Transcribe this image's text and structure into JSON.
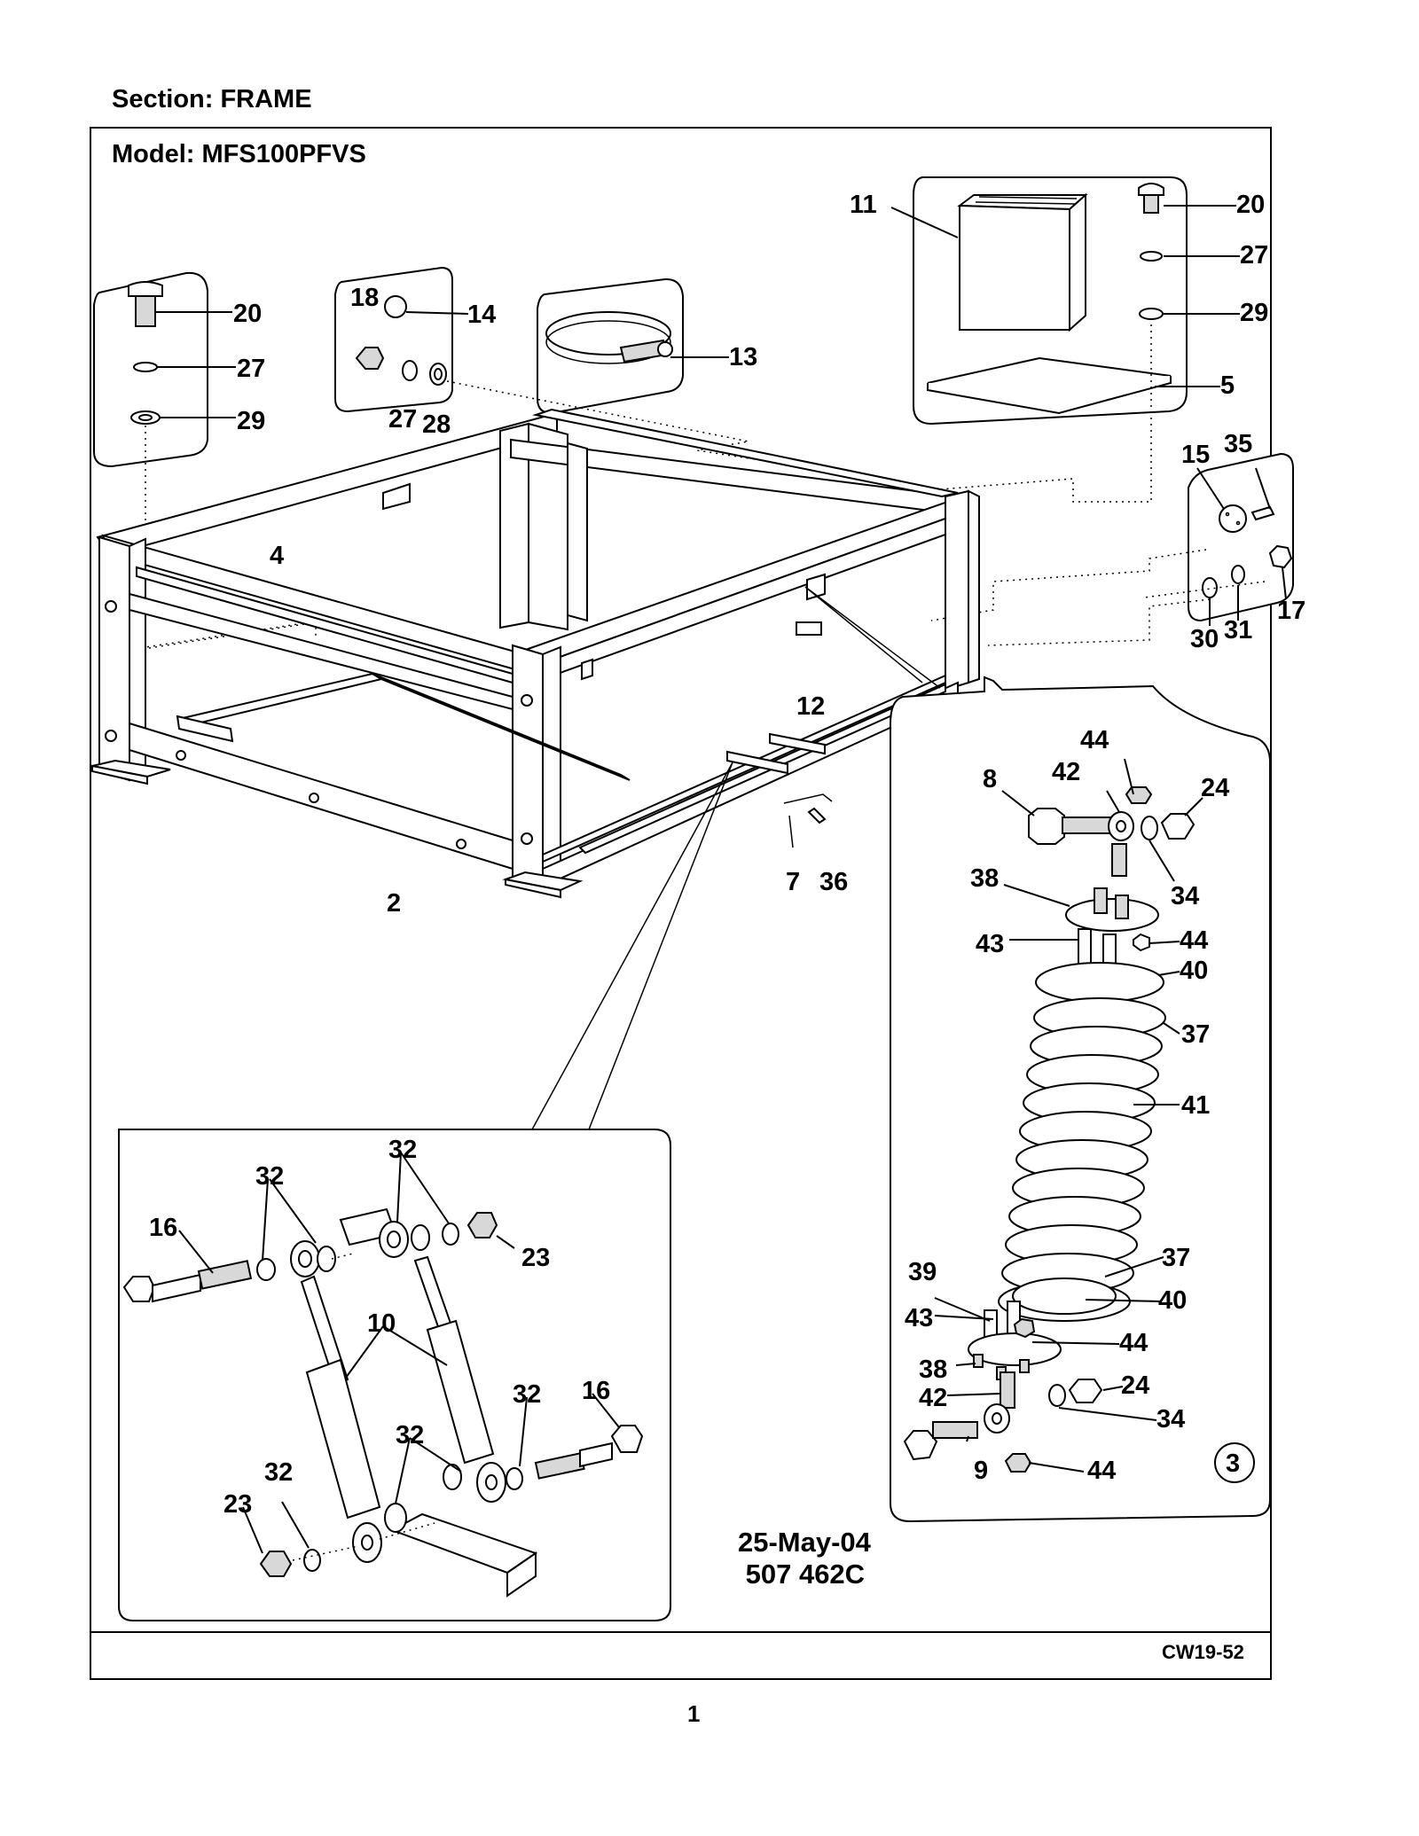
{
  "header": {
    "section": "Section:  FRAME",
    "model": "Model:  MFS100PFVS"
  },
  "footer": {
    "code": "CW19-52",
    "page": "1"
  },
  "stamp": {
    "date": "25-May-04",
    "drawing_number": " 507 462C"
  },
  "detail_marker": "3",
  "callouts": {
    "c2": "2",
    "c4": "4",
    "c5": "5",
    "c7": "7",
    "c8": "8",
    "c9": "9",
    "c10": "10",
    "c11": "11",
    "c12": "12",
    "c13": "13",
    "c14": "14",
    "c15": "15",
    "c16a": "16",
    "c16b": "16",
    "c17": "17",
    "c18": "18",
    "c20a": "20",
    "c20b": "20",
    "c23a": "23",
    "c23b": "23",
    "c24a": "24",
    "c24b": "24",
    "c27a": "27",
    "c27b": "27",
    "c27c": "27",
    "c28": "28",
    "c29a": "29",
    "c29b": "29",
    "c30": "30",
    "c31": "31",
    "c32a": "32",
    "c32b": "32",
    "c32c": "32",
    "c32d": "32",
    "c32e": "32",
    "c34a": "34",
    "c34b": "34",
    "c35": "35",
    "c36": "36",
    "c37a": "37",
    "c37b": "37",
    "c38a": "38",
    "c38b": "38",
    "c39": "39",
    "c40a": "40",
    "c40b": "40",
    "c41": "41",
    "c42a": "42",
    "c42b": "42",
    "c43a": "43",
    "c43b": "43",
    "c44a": "44",
    "c44b": "44",
    "c44c": "44",
    "c44d": "44"
  }
}
